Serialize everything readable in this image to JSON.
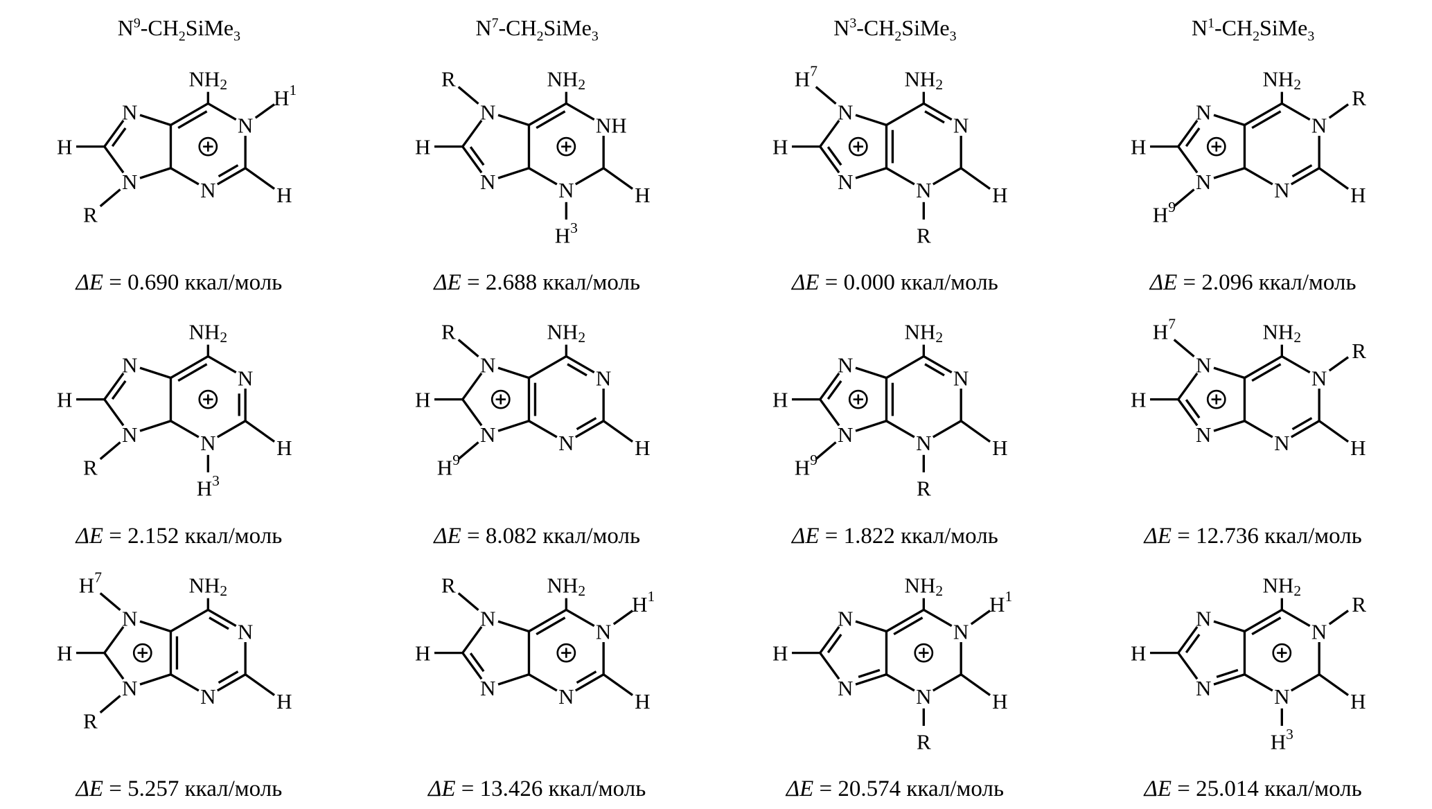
{
  "page": {
    "background": "#ffffff",
    "ink": "#000000"
  },
  "columns": [
    {
      "header": "N^9-CH_2SiMe_3"
    },
    {
      "header": "N^7-CH_2SiMe_3"
    },
    {
      "header": "N^3-CH_2SiMe_3"
    },
    {
      "header": "N^1-CH_2SiMe_3"
    }
  ],
  "caption_template": {
    "delta_symbol": "ΔE",
    "equals": " = ",
    "unit": " ккал/моль"
  },
  "atom_labels": {
    "nitrogen": "N",
    "nh": "NH",
    "amino": "NH_2",
    "hydrogen": "H",
    "r_group": "R",
    "charge_symbol": "⊕"
  },
  "molecules": [
    {
      "id": "r1c1",
      "grid": {
        "row": 1,
        "col": 1
      },
      "substituents": {
        "n1": "H^1",
        "n9": "R"
      },
      "charge_ring": "six",
      "double_bonds": [
        "c",
        "f",
        "h"
      ],
      "delta_e": "0.690"
    },
    {
      "id": "r1c2",
      "grid": {
        "row": 1,
        "col": 2
      },
      "substituents": {
        "n1": "NH",
        "n3": "H^3",
        "n7": "R"
      },
      "charge_ring": "six",
      "double_bonds": [
        "f",
        "i"
      ],
      "delta_e": "2.688"
    },
    {
      "id": "r1c3",
      "grid": {
        "row": 1,
        "col": 3
      },
      "substituents": {
        "n3": "R",
        "n7": "H^7"
      },
      "charge_ring": "five",
      "double_bonds": [
        "a",
        "e",
        "i"
      ],
      "delta_e": "0.000"
    },
    {
      "id": "r1c4",
      "grid": {
        "row": 1,
        "col": 4
      },
      "substituents": {
        "n1": "R",
        "n9": "H^9"
      },
      "charge_ring": "five",
      "double_bonds": [
        "c",
        "f",
        "h"
      ],
      "delta_e": "2.096"
    },
    {
      "id": "r2c1",
      "grid": {
        "row": 2,
        "col": 1
      },
      "substituents": {
        "n3": "H^3",
        "n9": "R"
      },
      "charge_ring": "six",
      "double_bonds": [
        "b",
        "f",
        "h"
      ],
      "delta_e": "2.152"
    },
    {
      "id": "r2c2",
      "grid": {
        "row": 2,
        "col": 2
      },
      "substituents": {
        "n7": "R",
        "n9": "H^9"
      },
      "charge_ring": "five",
      "double_bonds": [
        "a",
        "c",
        "e"
      ],
      "delta_e": "8.082"
    },
    {
      "id": "r2c3",
      "grid": {
        "row": 2,
        "col": 3
      },
      "substituents": {
        "n3": "R",
        "n9": "H^9"
      },
      "charge_ring": "five",
      "double_bonds": [
        "a",
        "e",
        "h"
      ],
      "delta_e": "1.822"
    },
    {
      "id": "r2c4",
      "grid": {
        "row": 2,
        "col": 4
      },
      "substituents": {
        "n1": "R",
        "n7": "H^7"
      },
      "charge_ring": "five",
      "double_bonds": [
        "c",
        "f",
        "i"
      ],
      "delta_e": "12.736"
    },
    {
      "id": "r3c1",
      "grid": {
        "row": 3,
        "col": 1
      },
      "substituents": {
        "n7": "H^7",
        "n9": "R"
      },
      "charge_ring": "five",
      "double_bonds": [
        "a",
        "c",
        "e"
      ],
      "delta_e": "5.257"
    },
    {
      "id": "r3c2",
      "grid": {
        "row": 3,
        "col": 2
      },
      "substituents": {
        "n1": "H^1",
        "n7": "R"
      },
      "charge_ring": "six",
      "double_bonds": [
        "c",
        "f",
        "i"
      ],
      "delta_e": "13.426"
    },
    {
      "id": "r3c3",
      "grid": {
        "row": 3,
        "col": 3
      },
      "substituents": {
        "n1": "H^1",
        "n3": "R"
      },
      "charge_ring": "six",
      "double_bonds": [
        "f",
        "h",
        "j"
      ],
      "delta_e": "20.574"
    },
    {
      "id": "r3c4",
      "grid": {
        "row": 3,
        "col": 4
      },
      "substituents": {
        "n1": "R",
        "n3": "H^3"
      },
      "charge_ring": "six",
      "double_bonds": [
        "f",
        "h",
        "j"
      ],
      "delta_e": "25.014"
    }
  ]
}
